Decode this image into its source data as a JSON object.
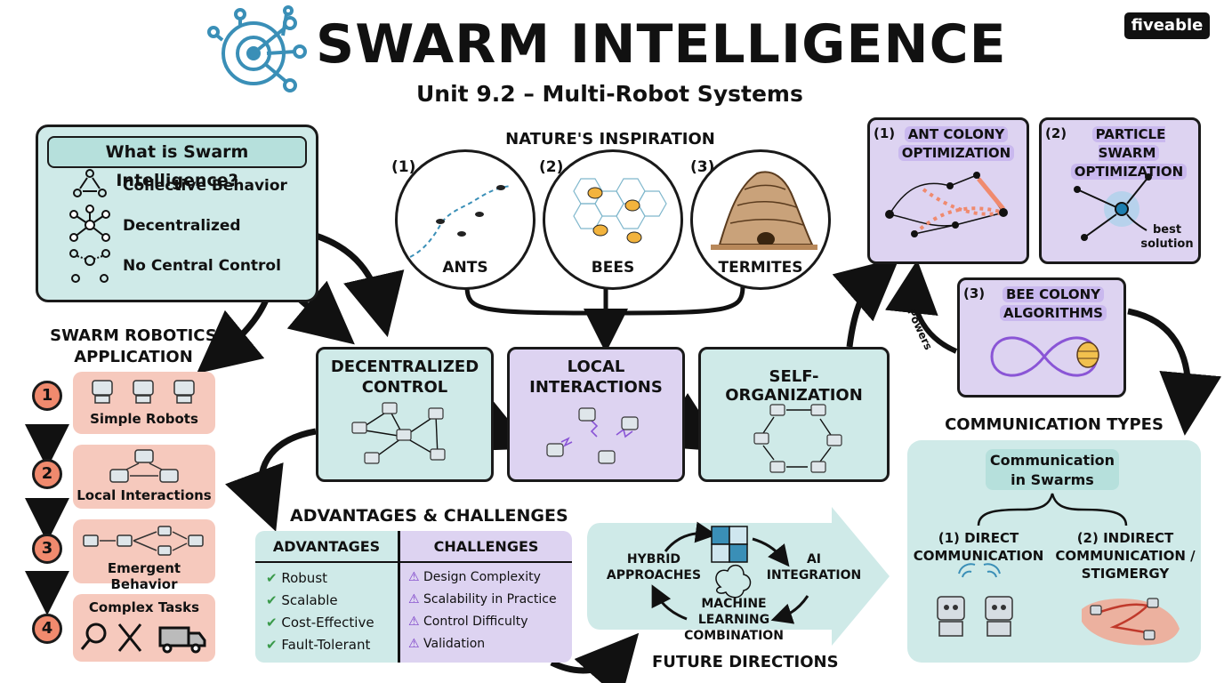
{
  "header": {
    "title": "SWARM INTELLIGENCE",
    "subtitle": "Unit 9.2 – Multi-Robot Systems",
    "brand": "fiveable"
  },
  "what_is": {
    "title": "What is Swarm Intelligence?",
    "items": [
      "Collective Behavior",
      "Decentralized",
      "No Central Control"
    ]
  },
  "swarm_robotics": {
    "title_line1": "SWARM ROBOTICS",
    "title_line2": "APPLICATION",
    "steps": [
      {
        "num": "1",
        "label": "Simple Robots"
      },
      {
        "num": "2",
        "label": "Local Interactions"
      },
      {
        "num": "3",
        "label": "Emergent Behavior"
      },
      {
        "num": "4",
        "label": "Complex Tasks"
      }
    ]
  },
  "nature": {
    "title": "NATURE'S INSPIRATION",
    "items": [
      {
        "num": "(1)",
        "label": "ANTS"
      },
      {
        "num": "(2)",
        "label": "BEES"
      },
      {
        "num": "(3)",
        "label": "TERMITES"
      }
    ]
  },
  "principles": {
    "decentralized_line1": "DECENTRALIZED",
    "decentralized_line2": "CONTROL",
    "local_line1": "LOCAL",
    "local_line2": "INTERACTIONS",
    "self_org": "SELF-ORGANIZATION"
  },
  "algorithms": {
    "aco_num": "(1)",
    "aco_line1": "ANT COLONY",
    "aco_line2": "OPTIMIZATION",
    "pso_num": "(2)",
    "pso_line1": "PARTICLE SWARM",
    "pso_line2": "OPTIMIZATION",
    "pso_note_line1": "best",
    "pso_note_line2": "solution",
    "bee_num": "(3)",
    "bee_line1": "BEE COLONY",
    "bee_line2": "ALGORITHMS",
    "powers": "Powers"
  },
  "communication": {
    "title": "COMMUNICATION TYPES",
    "inner_line1": "Communication",
    "inner_line2": "in Swarms",
    "direct_line1": "(1) DIRECT",
    "direct_line2": "COMMUNICATION",
    "indirect_line1": "(2) INDIRECT",
    "indirect_line2": "COMMUNICATION /",
    "indirect_line3": "STIGMERGY"
  },
  "adv_chal": {
    "title": "ADVANTAGES & CHALLENGES",
    "adv_header": "ADVANTAGES",
    "chal_header": "CHALLENGES",
    "advantages": [
      "Robust",
      "Scalable",
      "Cost-Effective",
      "Fault-Tolerant"
    ],
    "challenges": [
      "Design Complexity",
      "Scalability in Practice",
      "Control Difficulty",
      "Validation"
    ]
  },
  "future": {
    "title": "FUTURE DIRECTIONS",
    "hybrid_line1": "HYBRID",
    "hybrid_line2": "APPROACHES",
    "ai_line1": "AI",
    "ai_line2": "INTEGRATION",
    "ml_line1": "MACHINE",
    "ml_line2": "LEARNING",
    "ml_line3": "COMBINATION"
  },
  "colors": {
    "teal": "#cfeae8",
    "purple": "#ddd3f1",
    "salmon": "#f6c9bd",
    "accent_orange": "#f08a6e",
    "check_green": "#3a9a4a",
    "logo_blue": "#3a8fb7"
  }
}
